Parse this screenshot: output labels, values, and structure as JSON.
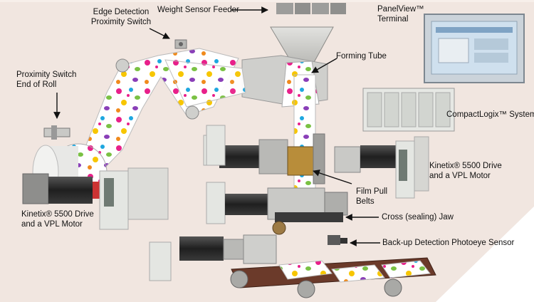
{
  "labels": {
    "weight_sensor_feeder": "Weight Sensor Feeder",
    "edge_detection_line1": "Edge Detection",
    "edge_detection_line2": "Proximity Switch",
    "panelview_line1": "PanelView™",
    "panelview_line2": "Terminal",
    "forming_tube": "Forming Tube",
    "proximity_end_line1": "Proximity Switch",
    "proximity_end_line2": "End of Roll",
    "compactlogix": "CompactLogix™ System",
    "kinetix_right_line1": "Kinetix® 5500 Drive",
    "kinetix_right_line2": "and a VPL Motor",
    "film_pull_line1": "Film Pull",
    "film_pull_line2": "Belts",
    "kinetix_left_line1": "Kinetix® 5500 Drive",
    "kinetix_left_line2": "and a VPL Motor",
    "cross_jaw": "Cross (sealing) Jaw",
    "backup_photoeye": "Back-up Detection Photoeye Sensor"
  },
  "colors": {
    "panel_background": "#f1e6e0",
    "motor": "#2b2b2b",
    "drive": "#e4e6e2",
    "machine_gray": "#c9c9c6",
    "conveyor": "#6b3a2a",
    "film_accent_1": "#e8208a",
    "film_accent_2": "#1ea7e0",
    "film_accent_3": "#7ac143",
    "film_accent_4": "#f7c600",
    "hmi_screen": "#cfe0ee"
  }
}
